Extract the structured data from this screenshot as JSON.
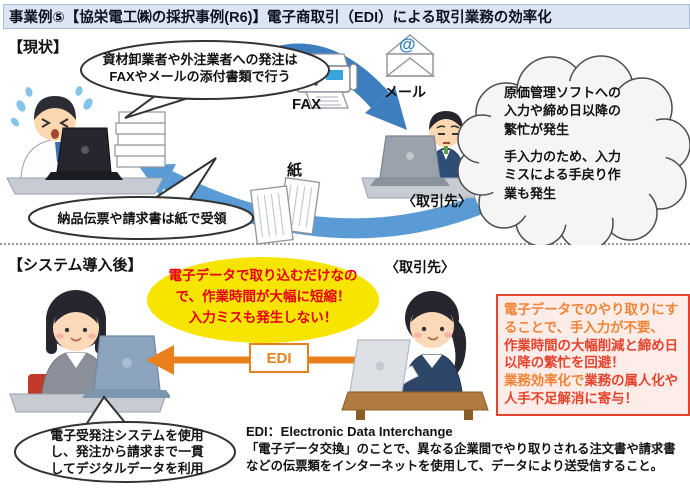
{
  "title": "事業例⑤【協栄電工㈱の採択事例(R6)】電子商取引（EDI）による取引業務の効率化",
  "colors": {
    "title_bar_bg": "#dce6f2",
    "flow_arrow_blue": "#3d7ebf",
    "return_arrow_blue": "#5b9bd5",
    "highlight_yellow": "#f7e500",
    "highlight_text_red": "#e60012",
    "edi_orange": "#e8801e",
    "benefit_box_border": "#e6432e",
    "benefit_box_bg": "#fdece7",
    "benefit_text_orange": "#f08437",
    "benefit_text_red": "#e6432e"
  },
  "current": {
    "section_label": "【現状】",
    "order_bubble": "資材卸業者や外注業者への発注は\nFAXやメールの添付書類で行う",
    "fax_label": "FAX",
    "mail_label": "メール",
    "mail_at": "@",
    "paper_label": "紙",
    "partner_label": "〈取引先〉",
    "receive_bubble": "納品伝票や請求書は紙で受領",
    "cloud_paragraph_1": "原価管理ソフトへの\n入力や締め日以降の\n繁忙が発生",
    "cloud_paragraph_2": "手入力のため、入力\nミスによる手戻り作\n業も発生"
  },
  "after": {
    "section_label": "【システム導入後】",
    "highlight_bubble": "電子データで取り込むだけなの\nで、作業時間が大幅に短縮！\n入力ミスも発生しない！",
    "partner_label": "〈取引先〉",
    "edi_arrow_label": "EDI",
    "benefit_segments": [
      {
        "text": "電子データでのやり取りにすることで、手入力が不要、",
        "color": "#f08437"
      },
      {
        "text": "作業時間の大幅削減と締め日以降の繁忙を回避！",
        "color": "#e6432e"
      },
      {
        "text": "業務効率化で",
        "color": "#f08437"
      },
      {
        "text": "業務の属人化や人手不足解消に寄与！",
        "color": "#e6432e"
      }
    ],
    "system_bubble": "電子受発注システムを使用\nし、発注から請求まで一貫\nしてデジタルデータを利用",
    "edi_definition_title": "EDI：Electronic Data Interchange",
    "edi_definition_body": "「電子データ交換」のことで、異なる企業間でやり取りされる注文書や請求書\nなどの伝票類をインターネットを使用して、データにより送受信すること。"
  }
}
